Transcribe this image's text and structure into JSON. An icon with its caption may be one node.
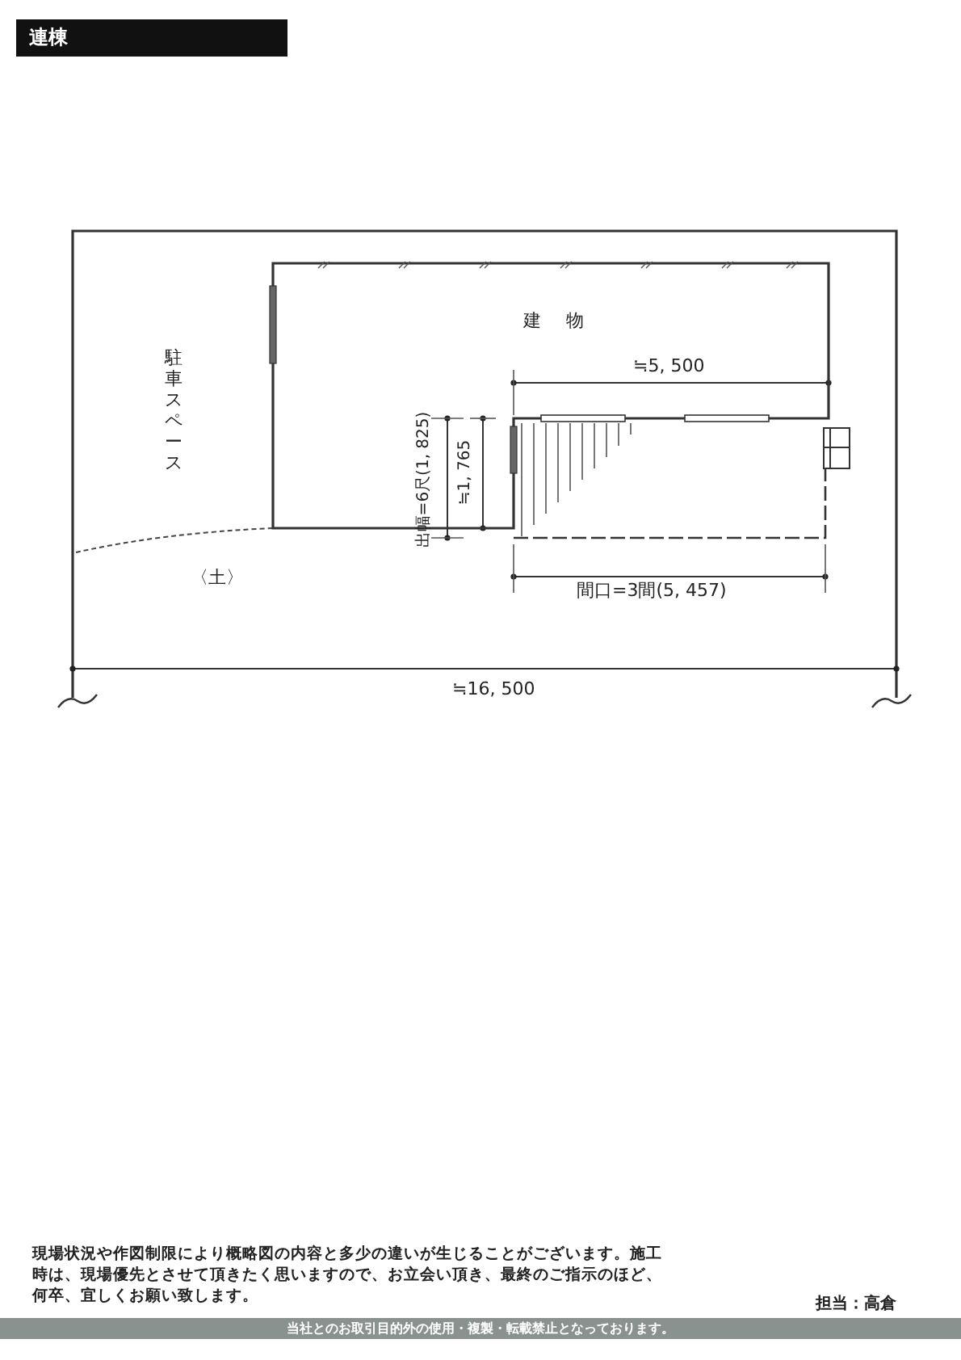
{
  "diagram": {
    "title": "連棟",
    "nodes": [
      {
        "text": [
          "建 物"
        ]
      }
    ],
    "labels": [
      "駐車スペース",
      "〈土〉",
      "≒5, 500",
      "出幅=6尺(1, 825)",
      "≒1, 765",
      "間口=3間(5, 457)",
      "≒16, 500",
      "現場状況や作図制限により概略図の内容と多少の違いが生じることがございます。施工時は、現場優先とさせて頂きたく思いますので、お立会い頂き、最終のご指示のほど、何卒、宜しくお願い致します。",
      "担当：高倉",
      "当社とのお取引目的外の使用・複製・転載禁止となっております。"
    ]
  }
}
